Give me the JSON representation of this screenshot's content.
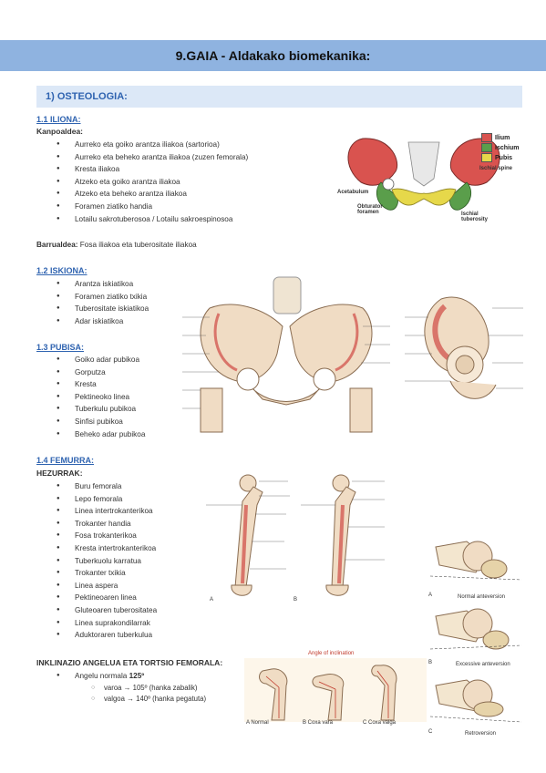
{
  "header": {
    "title": "9.GAIA - Aldakako biomekanika:"
  },
  "section": {
    "title": "1) OSTEOLOGIA:"
  },
  "iliona": {
    "heading": "1.1 ILIONA:",
    "kanpo_label": "Kanpoaldea:",
    "items": [
      "Aurreko eta goiko arantza iliakoa (sartorioa)",
      "Aurreko eta beheko arantza iliakoa (zuzen femorala)",
      "Kresta iliakoa",
      "Atzeko eta goiko arantza iliakoa",
      "Atzeko eta beheko arantza iliakoa",
      "Foramen ziatiko handia",
      "Lotailu sakrotuberosoa / Lotailu sakroespinosoa"
    ],
    "barru_label": "Barrualdea:",
    "barru_text": "Fosa iliakoa eta tuberositate iliakoa"
  },
  "pelvis_legend": {
    "items": [
      {
        "label": "Ilium",
        "color": "#d9534f"
      },
      {
        "label": "Ischium",
        "color": "#5a9e4b"
      },
      {
        "label": "Pubis",
        "color": "#e6d84a"
      }
    ],
    "callouts": [
      "Ischial spine",
      "Acetabulum",
      "Obturator foramen",
      "Ischial tuberosity"
    ]
  },
  "iskiona": {
    "heading": "1.2 ISKIONA:",
    "items": [
      "Arantza iskiatikoa",
      "Foramen ziatiko txikia",
      "Tuberositate iskiatikoa",
      "Adar iskiatikoa"
    ]
  },
  "pubisa": {
    "heading": "1.3 PUBISA:",
    "items": [
      " Goiko adar pubikoa",
      "Gorputza",
      "Kresta",
      "Pektineoko linea",
      "Tuberkulu pubikoa",
      "Sinfisi pubikoa",
      "Beheko adar pubikoa"
    ]
  },
  "femurra": {
    "heading": "1.4 FEMURRA:",
    "hezurrak_label": "HEZURRAK:",
    "items": [
      "Buru femorala",
      "Lepo femorala",
      "Linea intertrokanterikoa",
      "Trokanter handia",
      "Fosa trokanterikoa",
      "Kresta intertrokanterikoa",
      "Tuberkuolu karratua",
      "Trokanter txikia",
      "Linea aspera",
      "Pektineoaren linea",
      "Gluteoaren tuberositatea",
      "Linea suprakondilarrak",
      "Aduktoraren tuberkulua"
    ]
  },
  "angelua": {
    "heading": "INKLINAZIO ANGELUA ETA TORTSIO FEMORALA:",
    "item_prefix": "Angelu normala ",
    "item_value": "125º",
    "subitems": [
      "varoa → 105º (hanka zabalik)",
      "valgoa → 140º (hanka pegatuta)"
    ]
  },
  "figure_captions": {
    "femur_a": "A",
    "femur_b": "B",
    "angle_title": "Angle of inclination",
    "angle_a": "A   Normal",
    "angle_b": "B   Coxa vara",
    "angle_c": "C   Coxa valga",
    "torsion_a": "A",
    "torsion_a_text": "Normal anteversion",
    "torsion_b": "B",
    "torsion_b_text": "Excessive anteversion",
    "torsion_c": "C",
    "torsion_c_text": "Retroversion"
  },
  "colors": {
    "title_bar": "#8fb3e0",
    "section_bar": "#dce8f7",
    "heading_blue": "#2f63b0",
    "bone": "#f0dcc4",
    "muscle_red": "#d9756a"
  }
}
